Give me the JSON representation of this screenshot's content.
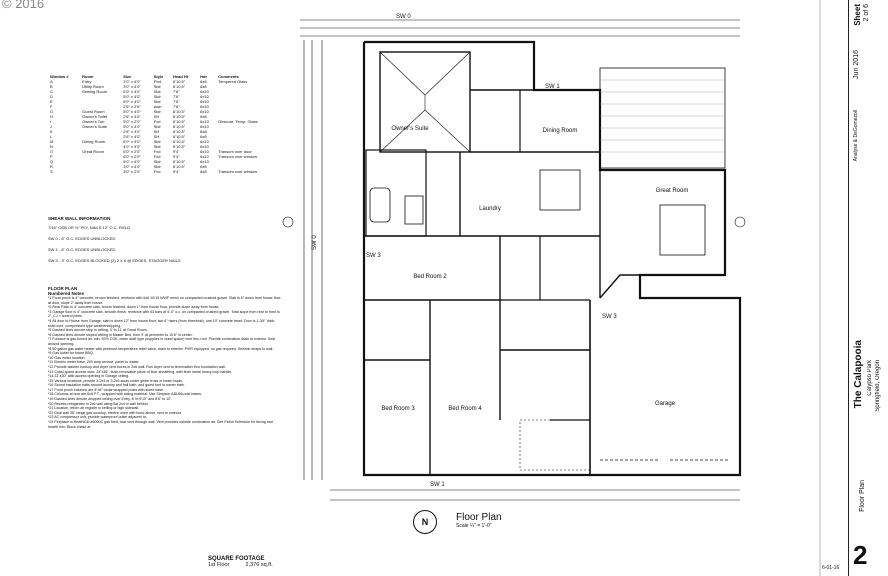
{
  "watermark": "© 2016",
  "window_schedule": {
    "headers": [
      "Window #",
      "Room",
      "Size",
      "Style",
      "Head Ht",
      "Hdr",
      "Comments"
    ],
    "rows": [
      [
        "A",
        "Entry",
        "2'0\" x 4'0\"",
        "Fixd",
        "6'10.5\"",
        "6x6",
        "Tempered Glass"
      ],
      [
        "B",
        "Utility Room",
        "3'0\" x 4'0\"",
        "Sldr",
        "6'10.5\"",
        "6x8",
        ""
      ],
      [
        "C",
        "Sewing Room",
        "5'0\" x 4'0\"",
        "Sldr",
        "7'6\"",
        "6x10",
        ""
      ],
      [
        "D",
        "",
        "5'0\" x 4'0\"",
        "Sldr",
        "7'6\"",
        "6x10",
        ""
      ],
      [
        "E",
        "",
        "5'0\" x 4'0\"",
        "Sldr",
        "7'6\"",
        "6x10",
        ""
      ],
      [
        "F",
        "",
        "2'6\" x 2'6\"",
        "Awn",
        "7'6\"",
        "6x10",
        ""
      ],
      [
        "G",
        "Guest Room",
        "5'0\" x 4'0\"",
        "Sldr",
        "6'10.5\"",
        "6x10",
        ""
      ],
      [
        "H",
        "Owner's Toilet",
        "2'6\" x 4'0\"",
        "SH",
        "6'10.5\"",
        "6x8",
        ""
      ],
      [
        "I",
        "Owner's Tub",
        "5'0\" x 2'0\"",
        "Fxd",
        "6'10.5\"",
        "6x10",
        "Obscure, Temp. Glass"
      ],
      [
        "J",
        "Owner's Suite",
        "5'0\" x 4'0\"",
        "Sldr",
        "6'10.5\"",
        "6x10",
        ""
      ],
      [
        "K",
        "",
        "2'6\" x 4'0\"",
        "SH",
        "6'10.5\"",
        "6x8",
        ""
      ],
      [
        "L",
        "",
        "2'6\" x 4'0\"",
        "SH",
        "6'10.5\"",
        "6x8",
        ""
      ],
      [
        "M",
        "Dining Room",
        "6'0\" x 4'0\"",
        "Sldr",
        "6'10.5\"",
        "6x10",
        ""
      ],
      [
        "N",
        "",
        "4'0\" x 4'0\"",
        "Sldr",
        "6'10.5\"",
        "6x10",
        ""
      ],
      [
        "O",
        "Great Room",
        "6'0\" x 2'0\"",
        "Fxd",
        "9'4\"",
        "6x10",
        "Transom over door"
      ],
      [
        "P",
        "",
        "6'0\" x 2'0\"",
        "Fxd",
        "9'4\"",
        "6x10",
        "Transom over window"
      ],
      [
        "Q",
        "",
        "6'0\" x 4'0\"",
        "Sldr",
        "6'10.5\"",
        "6x10",
        ""
      ],
      [
        "R",
        "",
        "3'0\" x 4'0\"",
        "Sldr",
        "6'10.5\"",
        "6x8",
        ""
      ],
      [
        "S",
        "",
        "3'0\" x 2'0\"",
        "Fxd",
        "9'4\"",
        "6x8",
        "Transom over window"
      ]
    ]
  },
  "shear_wall": {
    "heading": "SHEAR WALL INFORMATION",
    "lines": [
      "7/16\" OSB OR ½\" PLY, NAILS 12\" O.C. FIELD",
      "SW 0 - 6\" O.C. EDGES UNBLOCKED",
      "SW 1 - 6\" O.C. EDGES UNBLOCKED",
      "SW 3 - 3\" O.C. EDGES BLOCKED (2) 2 X 6 @ EDGES, STAGGER NAILS"
    ]
  },
  "floor_plan_notes": {
    "heading": "FLOOR PLAN",
    "subheading": "Numbered Notes",
    "lines": [
      "*1 Front porch is 4\" concrete, broom finished, reinforce with 6x6 10/10 WWF mesh on compacted crushed gravel. Slab is 6\" down from house floor at door, slope 2\" away from house.",
      "*2 Rear Patio is 4\" concrete slab, broom finished, down 1\" from house floor, provide slope away from house.",
      "*3 Garage floor is 4\" concrete slab, smooth finish, reinforce with #3 bars at 4'-0\" o.c. on compacted crushed gravel. Total slope from rear to front is 2\". CJ = control joints.",
      "*4 All door to House from Garage, slab is down 12\" from house floor, two 6\" risers (from threshold), one 10\" concrete tread. Door is 1-3/4\" thick, solid core, compressed type weatherstripping.",
      "*5 Dashed lines denote step in ceiling, 9' to 11' at Great Room.",
      "*6 Dashed lines denote sloped ceiling in Master Bed, from 9' at perimeter to 10'6\" in center.",
      "*7 Furnace is gas forced air, min. 92% COE, down draft type (supplies in crawl space) vent thru roof. Provide combustion drain to exterior. Seal around opening.",
      "*8 50 gallon gas water heater with pressure-temperature relief valve, drain to exterior. PVIR equipped, no gas required. Seismic straps to wall.",
      "*9 Gas outlet for future BBQ.",
      "*10 Gas meter location.",
      "*11 Electric meter base, 200 amp service, panel to inside.",
      "*12 Provide washer hookup and dryer vent boxes in 2x6 wall. Run dryer vent to termination thru foundation wall.",
      "*13 Crawl space access door, 24\"x36\", flush removable piece of floor sheathing, with flush metal heavy loop handle.",
      "*14 22\"x30\" attic access opening in Garage ceiling.",
      "*15 Various locations, provide 3-2x4 or 3-2x6 studs under girder truss or beam loads.",
      "*16 Sound insulation batts around laundry and hall bath, and guest bed to owner bath.",
      "*17 Front porch columns are 8\"x8\" cedar wrapped posts with stone base.",
      "*18 Columns at rear are 6x6 P.T., wrapped with siding material. Use Simpson ABU66 post bases.",
      "*19 Dashed lines denote dropped ceiling over Entry, 8' to 6'10\" and 8'6\" to 10'.",
      "*20 Recess refrigerator in 2x6 wall using flat 2x4 in wall behind.",
      "*21 Location, return air register in ceiling or high sidewall.",
      "*22 Dual wall 36\" range gas cooktop, electric oven with hood above, vent to exterior.",
      "*23 AC compressor unit, provide waterproof outlet adjacent to.",
      "*24 Fireplace is HeatNGlo #6000C gas fired, rear vent through wall. Vent provides outside combustion air. See Finish Schedule for facing and hearth info. Block chase at"
    ]
  },
  "square_footage": {
    "heading": "SQUARE FOOTAGE",
    "floor_label": "1st Floor",
    "value": "2,376 sq.ft."
  },
  "rooms": {
    "dining": "Dining Room",
    "great": "Great Room",
    "bed2": "Bed Room 2",
    "bed3": "Bed Room 3",
    "bed4": "Bed Room 4",
    "garage": "Garage",
    "laundry": "Laundry",
    "owner": "Owner's Suite"
  },
  "wall_labels": {
    "sw0_top": "SW 0",
    "sw0_left": "SW 0",
    "sw1_bottom": "SW 1",
    "sw1_top": "SW 1",
    "sw3_a": "SW 3",
    "sw3_b": "SW 3"
  },
  "plan_title": {
    "title": "Floor Plan",
    "scale": "Scale ¼\" = 1'-0\""
  },
  "north": "N",
  "title_block": {
    "sheet_label": "Sheet",
    "sheet_num": "2 of 6",
    "date": "Jun 2016",
    "designer": "Analyse & DeGomezoll",
    "project": "The Calapooia",
    "location": "Calypso Park",
    "city": "Springfield, Oregon",
    "content": "Floor Plan",
    "page_number": "2"
  },
  "date_code": "6-01-16"
}
